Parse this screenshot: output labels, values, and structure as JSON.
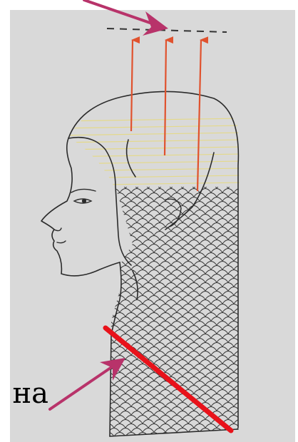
{
  "caption_text": "на",
  "colors": {
    "page": "#ffffff",
    "panel": "#d9d9d9",
    "outline": "#2b2b2b",
    "guide_dashes": "#333333",
    "lift_arrows": "#e0522e",
    "pointer_arrows": "#b8336a",
    "diagonal_line": "#e8121a",
    "top_hair_stripes": "#e4d98a",
    "mesh_pattern": "#2f2f2f"
  },
  "icons": {
    "lift_arrows": "arrow-up-icon",
    "pointer_arrows": "arrow-pointer-icon"
  },
  "lift_arrow_count": 3,
  "pointer_arrow_count": 2
}
